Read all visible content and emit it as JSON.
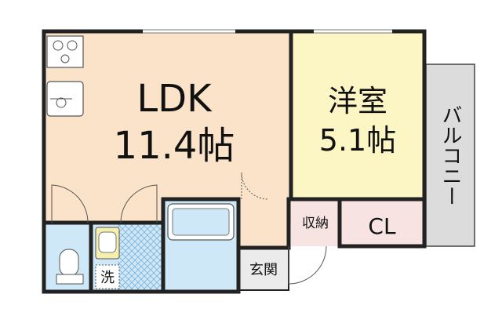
{
  "rooms": {
    "ldk": {
      "name": "LDK",
      "size": "11.4帖"
    },
    "western": {
      "name": "洋室",
      "size": "5.1帖"
    },
    "balcony": {
      "name": "バルコニー"
    },
    "storage": {
      "name": "収納"
    },
    "closet": {
      "name": "CL"
    },
    "entrance": {
      "name": "玄関"
    },
    "washer": {
      "name": "洗"
    }
  },
  "colors": {
    "ldk": "#fae3c9",
    "western": "#fbf6c4",
    "bath": "#cfe8f7",
    "toilet": "#cfe8f7",
    "washroom": "#cfe8f7",
    "storage": "#f7e4e2",
    "entrance": "#ebebeb",
    "balcony": "#dcdcdc",
    "wall": "#222222"
  },
  "icons": {
    "stove": "stove-icon",
    "sink": "kitchen-sink-icon",
    "toilet": "toilet-icon",
    "basin": "wash-basin-icon",
    "bathtub": "bathtub-icon"
  }
}
